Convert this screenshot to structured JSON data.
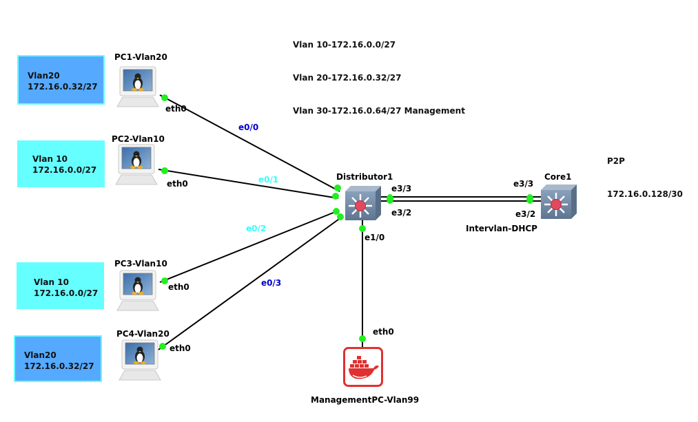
{
  "notes": {
    "vlan_summary": [
      "Vlan 10-172.16.0.0/27",
      "Vlan 20-172.16.0.32/27",
      "Vlan 30-172.16.0.64/27 Management"
    ],
    "p2p": [
      "P2P",
      "172.16.0.128/30"
    ],
    "intervlan": "Intervlan-DHCP"
  },
  "vlan_boxes": [
    {
      "line1": "Vlan20",
      "line2": "172.16.0.32/27",
      "color": "#55aaff"
    },
    {
      "line1": "Vlan 10",
      "line2": "172.16.0.0/27",
      "color": "#66ffff"
    },
    {
      "line1": "Vlan 10",
      "line2": "172.16.0.0/27",
      "color": "#66ffff"
    },
    {
      "line1": "Vlan20",
      "line2": "172.16.0.32/27",
      "color": "#55aaff"
    }
  ],
  "nodes": {
    "pc1": {
      "label": "PC1-Vlan20",
      "iface": "eth0",
      "icon": "linux-pc-icon"
    },
    "pc2": {
      "label": "PC2-Vlan10",
      "iface": "eth0",
      "icon": "linux-pc-icon"
    },
    "pc3": {
      "label": "PC3-Vlan10",
      "iface": "eth0",
      "icon": "linux-pc-icon"
    },
    "pc4": {
      "label": "PC4-Vlan20",
      "iface": "eth0",
      "icon": "linux-pc-icon"
    },
    "distributor": {
      "label": "Distributor1",
      "icon": "multilayer-switch-icon"
    },
    "core": {
      "label": "Core1",
      "icon": "multilayer-switch-icon"
    },
    "mgmt": {
      "label": "ManagementPC-Vlan99",
      "iface": "eth0",
      "icon": "docker-icon"
    }
  },
  "links": [
    {
      "from": "PC1-Vlan20",
      "to": "Distributor1",
      "port": "e0/0",
      "port_color": "#0000cc"
    },
    {
      "from": "PC2-Vlan10",
      "to": "Distributor1",
      "port": "e0/1",
      "port_color": "#33ffff"
    },
    {
      "from": "PC3-Vlan10",
      "to": "Distributor1",
      "port": "e0/2",
      "port_color": "#33ffff"
    },
    {
      "from": "PC4-Vlan20",
      "to": "Distributor1",
      "port": "e0/3",
      "port_color": "#0000cc"
    },
    {
      "from": "Distributor1",
      "to": "ManagementPC-Vlan99",
      "port": "e1/0"
    },
    {
      "from": "Distributor1",
      "to": "Core1",
      "ports_a": [
        "e3/3",
        "e3/2"
      ],
      "ports_b": [
        "e3/3",
        "e3/2"
      ]
    }
  ],
  "colors": {
    "link": "#000000",
    "link_dot": "#22ee22",
    "docker": "#e0302f",
    "switch": "#6f87a3"
  }
}
